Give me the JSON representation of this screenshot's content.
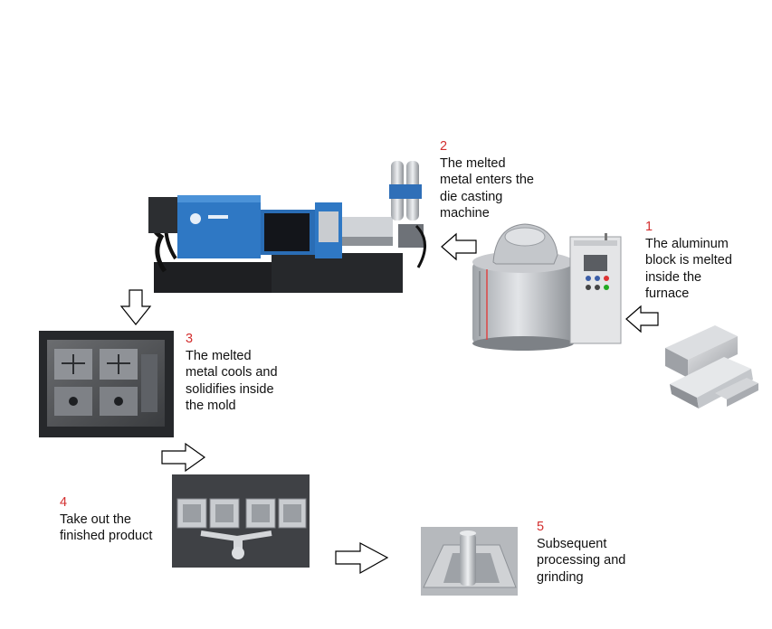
{
  "colors": {
    "step_number": "#d32f2f",
    "machine_blue": "#2f78c4",
    "metal": "#b9bcc1"
  },
  "steps": [
    {
      "num": "1",
      "lines": [
        "The aluminum",
        "block is melted",
        "inside the",
        "furnace"
      ]
    },
    {
      "num": "2",
      "lines": [
        "The melted",
        "metal enters the",
        "die casting",
        "machine"
      ]
    },
    {
      "num": "3",
      "lines": [
        "The melted",
        "metal cools and",
        "solidifies inside",
        "the mold"
      ]
    },
    {
      "num": "4",
      "lines": [
        "Take out the",
        "finished product"
      ]
    },
    {
      "num": "5",
      "lines": [
        "Subsequent",
        "processing and",
        "grinding"
      ]
    }
  ],
  "arrows": [
    "left",
    "left",
    "down",
    "right",
    "right"
  ]
}
